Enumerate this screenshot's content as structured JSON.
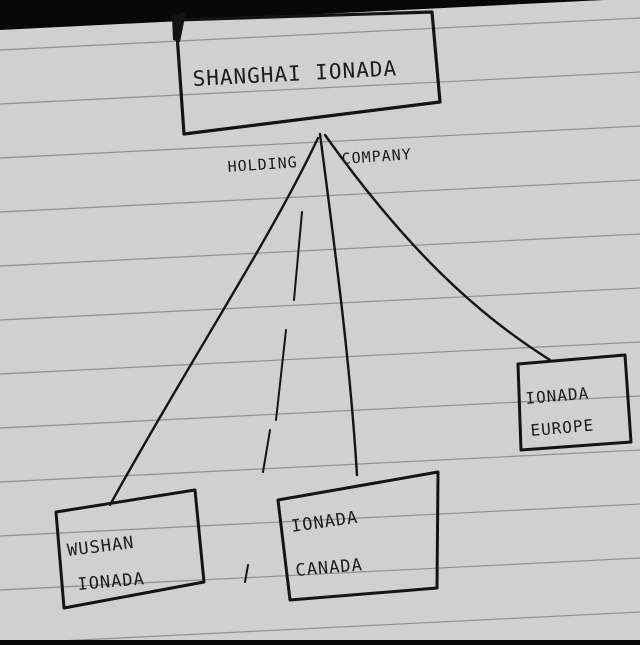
{
  "diagram": {
    "root": {
      "name": "SHANGHAI IONADA",
      "caption_left": "HOLDING",
      "caption_right": "COMPANY"
    },
    "children": [
      {
        "id": "wushan",
        "lines": [
          "WUSHAN",
          "IONADA"
        ]
      },
      {
        "id": "canada",
        "lines": [
          "IONADA",
          "CANADA"
        ]
      },
      {
        "id": "europe",
        "lines": [
          "IONADA",
          "EUROPE"
        ]
      }
    ]
  }
}
